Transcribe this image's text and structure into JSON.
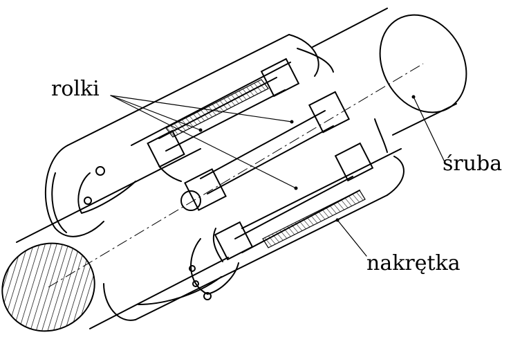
{
  "labels": {
    "rolki": "rolki",
    "sruba": "śruba",
    "nakretka": "nakrętka"
  },
  "colors": {
    "ink": "#000000",
    "background": "#ffffff"
  }
}
